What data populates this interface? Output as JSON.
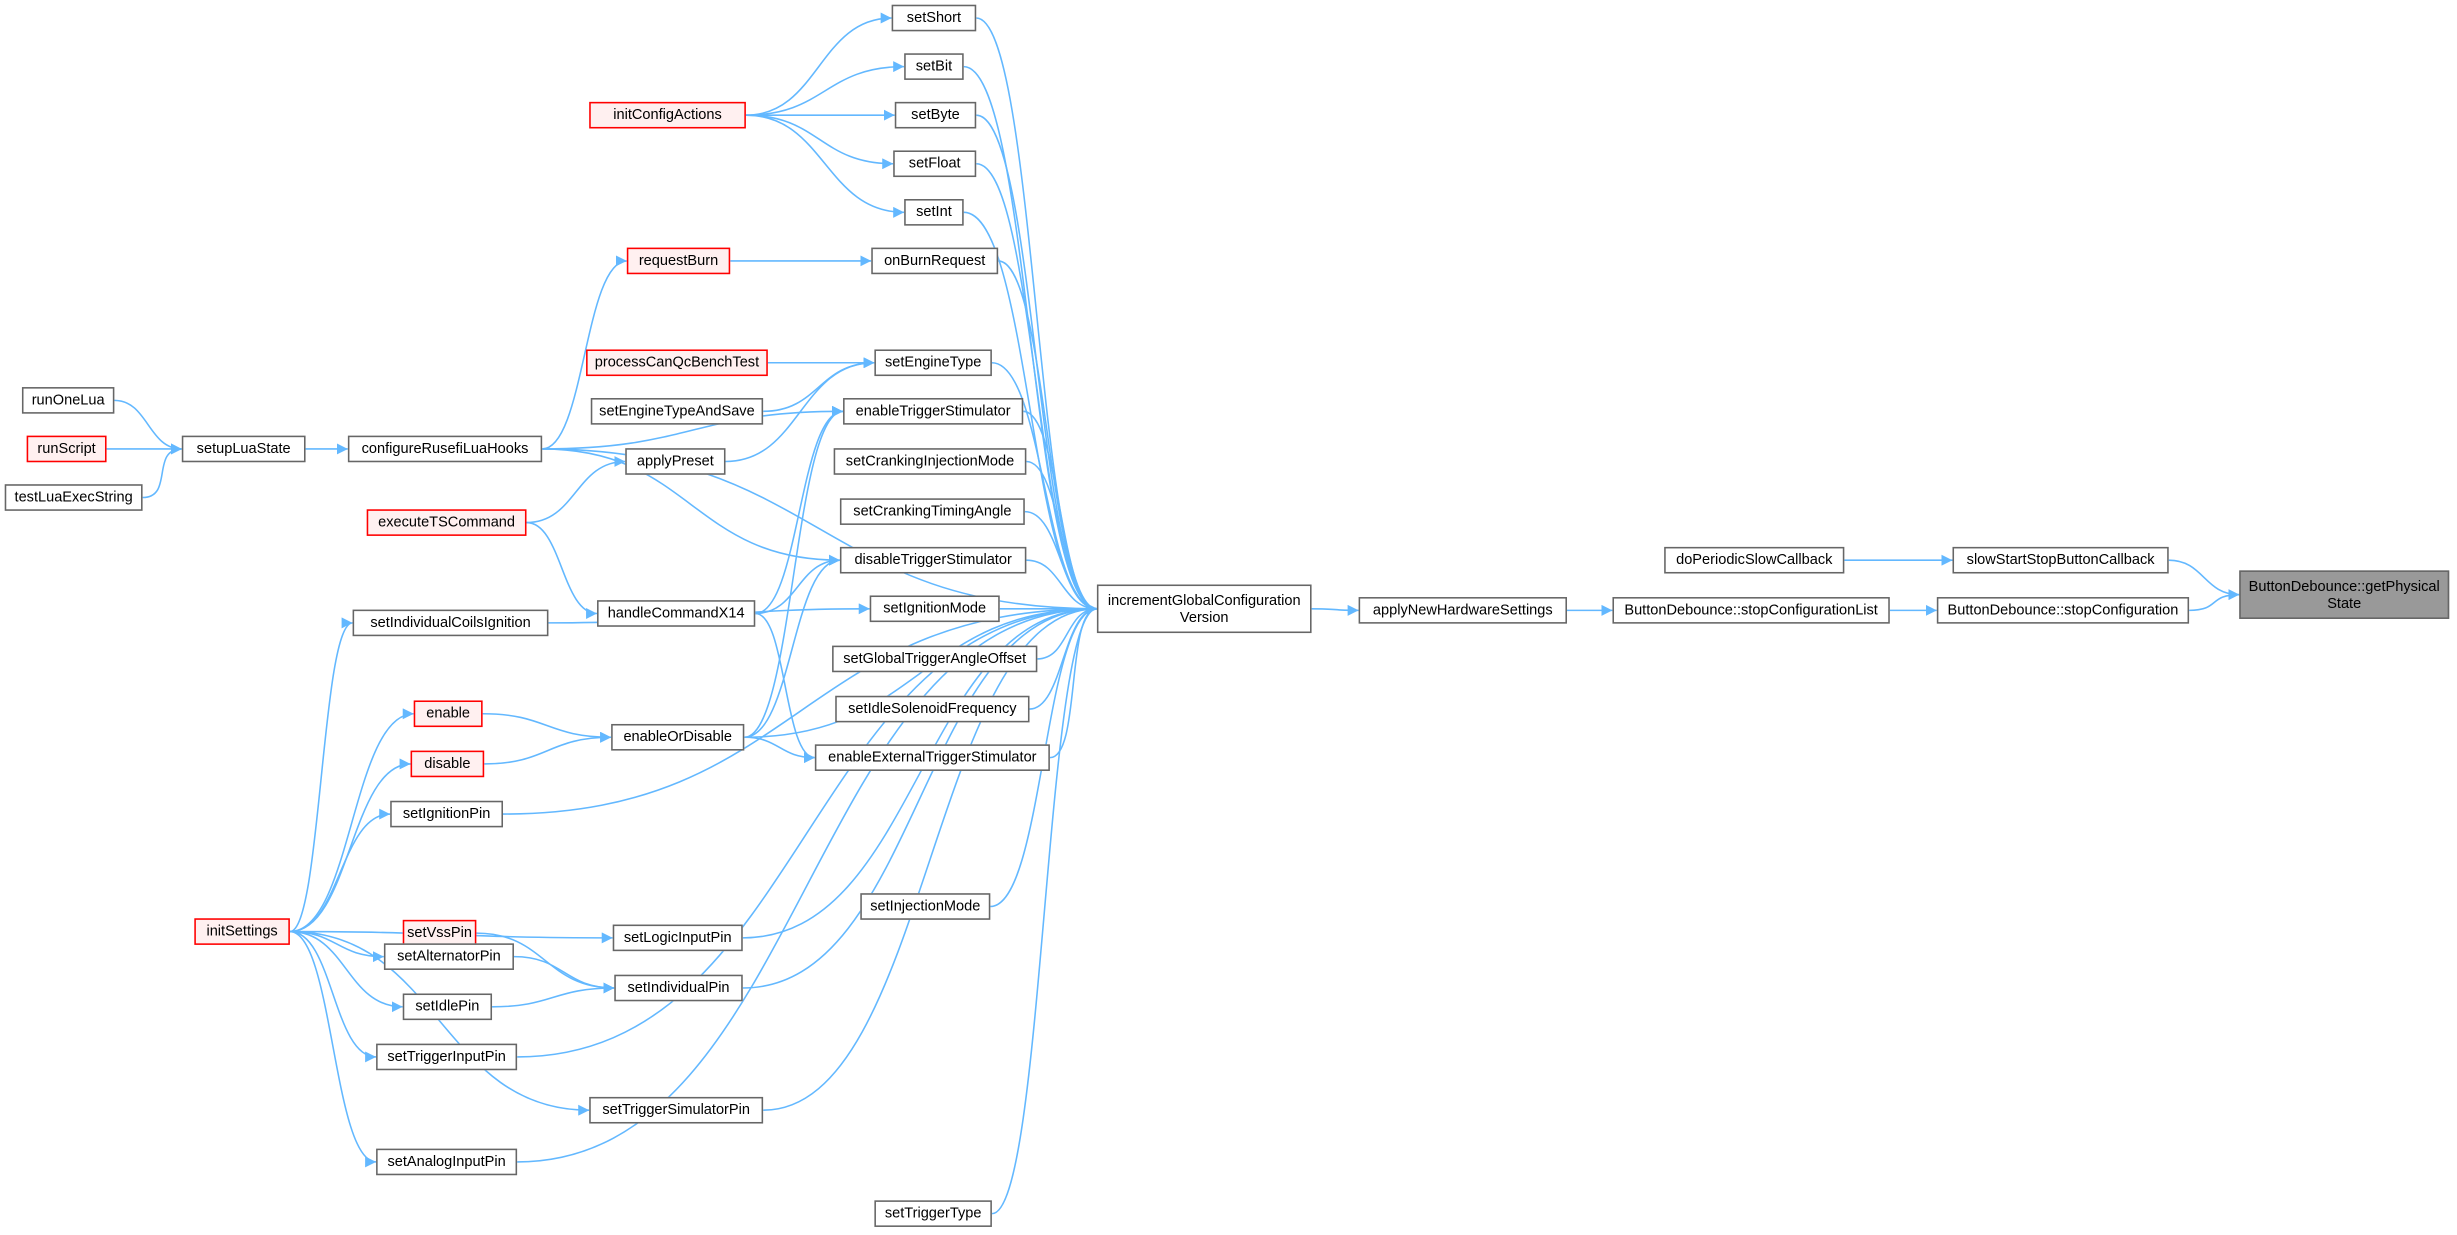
{
  "diagram": {
    "type": "call-graph",
    "colors": {
      "edge": "#63b8ff",
      "node_border": "#666666",
      "highlight_border": "#ff0000",
      "highlight_fill": "#fff0f0",
      "focus_fill": "#999999"
    },
    "nodes": [
      {
        "id": "setShort",
        "label": "setShort",
        "style": "normal"
      },
      {
        "id": "setBit",
        "label": "setBit",
        "style": "normal"
      },
      {
        "id": "setByte",
        "label": "setByte",
        "style": "normal"
      },
      {
        "id": "setFloat",
        "label": "setFloat",
        "style": "normal"
      },
      {
        "id": "setInt",
        "label": "setInt",
        "style": "normal"
      },
      {
        "id": "initConfigActions",
        "label": "initConfigActions",
        "style": "red"
      },
      {
        "id": "onBurnRequest",
        "label": "onBurnRequest",
        "style": "normal"
      },
      {
        "id": "requestBurn",
        "label": "requestBurn",
        "style": "red"
      },
      {
        "id": "processCanQcBenchTest",
        "label": "processCanQcBenchTest",
        "style": "red"
      },
      {
        "id": "setEngineType",
        "label": "setEngineType",
        "style": "normal"
      },
      {
        "id": "setEngineTypeAndSave",
        "label": "setEngineTypeAndSave",
        "style": "normal"
      },
      {
        "id": "enableTriggerStimulator",
        "label": "enableTriggerStimulator",
        "style": "normal"
      },
      {
        "id": "runOneLua",
        "label": "runOneLua",
        "style": "normal"
      },
      {
        "id": "runScript",
        "label": "runScript",
        "style": "red"
      },
      {
        "id": "setupLuaState",
        "label": "setupLuaState",
        "style": "normal"
      },
      {
        "id": "configureRusefiLuaHooks",
        "label": "configureRusefiLuaHooks",
        "style": "normal"
      },
      {
        "id": "testLuaExecString",
        "label": "testLuaExecString",
        "style": "normal"
      },
      {
        "id": "applyPreset",
        "label": "applyPreset",
        "style": "normal"
      },
      {
        "id": "setCrankingInjectionMode",
        "label": "setCrankingInjectionMode",
        "style": "normal"
      },
      {
        "id": "setCrankingTimingAngle",
        "label": "setCrankingTimingAngle",
        "style": "normal"
      },
      {
        "id": "executeTSCommand",
        "label": "executeTSCommand",
        "style": "red"
      },
      {
        "id": "disableTriggerStimulator",
        "label": "disableTriggerStimulator",
        "style": "normal"
      },
      {
        "id": "handleCommandX14",
        "label": "handleCommandX14",
        "style": "normal"
      },
      {
        "id": "incrementGlobalConfigurationVersion",
        "label": "incrementGlobalConfiguration\nVersion",
        "style": "normal"
      },
      {
        "id": "setIgnitionMode",
        "label": "setIgnitionMode",
        "style": "normal"
      },
      {
        "id": "applyNewHardwareSettings",
        "label": "applyNewHardwareSettings",
        "style": "normal"
      },
      {
        "id": "stopConfigurationList",
        "label": "ButtonDebounce::stopConfigurationList",
        "style": "normal"
      },
      {
        "id": "stopConfiguration",
        "label": "ButtonDebounce::stopConfiguration",
        "style": "normal"
      },
      {
        "id": "doPeriodicSlowCallback",
        "label": "doPeriodicSlowCallback",
        "style": "normal"
      },
      {
        "id": "slowStartStopButtonCallback",
        "label": "slowStartStopButtonCallback",
        "style": "normal"
      },
      {
        "id": "getPhysicalState",
        "label": "ButtonDebounce::getPhysical\nState",
        "style": "gray"
      },
      {
        "id": "setIndividualCoilsIgnition",
        "label": "setIndividualCoilsIgnition",
        "style": "normal"
      },
      {
        "id": "setGlobalTriggerAngleOffset",
        "label": "setGlobalTriggerAngleOffset",
        "style": "normal"
      },
      {
        "id": "setIdleSolenoidFrequency",
        "label": "setIdleSolenoidFrequency",
        "style": "normal"
      },
      {
        "id": "enable",
        "label": "enable",
        "style": "red"
      },
      {
        "id": "enableOrDisable",
        "label": "enableOrDisable",
        "style": "normal"
      },
      {
        "id": "disable",
        "label": "disable",
        "style": "red"
      },
      {
        "id": "enableExternalTriggerStimulator",
        "label": "enableExternalTriggerStimulator",
        "style": "normal"
      },
      {
        "id": "setIgnitionPin",
        "label": "setIgnitionPin",
        "style": "normal"
      },
      {
        "id": "initSettings",
        "label": "initSettings",
        "style": "red"
      },
      {
        "id": "setVssPin",
        "label": "setVssPin",
        "style": "red"
      },
      {
        "id": "setLogicInputPin",
        "label": "setLogicInputPin",
        "style": "normal"
      },
      {
        "id": "setInjectionMode",
        "label": "setInjectionMode",
        "style": "normal"
      },
      {
        "id": "setAlternatorPin",
        "label": "setAlternatorPin",
        "style": "normal"
      },
      {
        "id": "setIndividualPin",
        "label": "setIndividualPin",
        "style": "normal"
      },
      {
        "id": "setIdlePin",
        "label": "setIdlePin",
        "style": "normal"
      },
      {
        "id": "setTriggerInputPin",
        "label": "setTriggerInputPin",
        "style": "normal"
      },
      {
        "id": "setTriggerSimulatorPin",
        "label": "setTriggerSimulatorPin",
        "style": "normal"
      },
      {
        "id": "setAnalogInputPin",
        "label": "setAnalogInputPin",
        "style": "normal"
      },
      {
        "id": "setTriggerType",
        "label": "setTriggerType",
        "style": "normal"
      }
    ],
    "edges": [
      [
        "initConfigActions",
        "setShort"
      ],
      [
        "initConfigActions",
        "setBit"
      ],
      [
        "initConfigActions",
        "setByte"
      ],
      [
        "initConfigActions",
        "setFloat"
      ],
      [
        "initConfigActions",
        "setInt"
      ],
      [
        "setShort",
        "incrementGlobalConfigurationVersion"
      ],
      [
        "setBit",
        "incrementGlobalConfigurationVersion"
      ],
      [
        "setByte",
        "incrementGlobalConfigurationVersion"
      ],
      [
        "setFloat",
        "incrementGlobalConfigurationVersion"
      ],
      [
        "setInt",
        "incrementGlobalConfigurationVersion"
      ],
      [
        "onBurnRequest",
        "incrementGlobalConfigurationVersion"
      ],
      [
        "setEngineType",
        "incrementGlobalConfigurationVersion"
      ],
      [
        "enableTriggerStimulator",
        "incrementGlobalConfigurationVersion"
      ],
      [
        "setCrankingInjectionMode",
        "incrementGlobalConfigurationVersion"
      ],
      [
        "setCrankingTimingAngle",
        "incrementGlobalConfigurationVersion"
      ],
      [
        "disableTriggerStimulator",
        "incrementGlobalConfigurationVersion"
      ],
      [
        "setIgnitionMode",
        "incrementGlobalConfigurationVersion"
      ],
      [
        "setGlobalTriggerAngleOffset",
        "incrementGlobalConfigurationVersion"
      ],
      [
        "setIdleSolenoidFrequency",
        "incrementGlobalConfigurationVersion"
      ],
      [
        "enableExternalTriggerStimulator",
        "incrementGlobalConfigurationVersion"
      ],
      [
        "setInjectionMode",
        "incrementGlobalConfigurationVersion"
      ],
      [
        "setTriggerType",
        "incrementGlobalConfigurationVersion"
      ],
      [
        "configureRusefiLuaHooks",
        "incrementGlobalConfigurationVersion"
      ],
      [
        "enableOrDisable",
        "incrementGlobalConfigurationVersion"
      ],
      [
        "setIgnitionPin",
        "incrementGlobalConfigurationVersion"
      ],
      [
        "setLogicInputPin",
        "incrementGlobalConfigurationVersion"
      ],
      [
        "setIndividualPin",
        "incrementGlobalConfigurationVersion"
      ],
      [
        "setTriggerInputPin",
        "incrementGlobalConfigurationVersion"
      ],
      [
        "setTriggerSimulatorPin",
        "incrementGlobalConfigurationVersion"
      ],
      [
        "setAnalogInputPin",
        "incrementGlobalConfigurationVersion"
      ],
      [
        "requestBurn",
        "onBurnRequest"
      ],
      [
        "configureRusefiLuaHooks",
        "requestBurn"
      ],
      [
        "configureRusefiLuaHooks",
        "enableTriggerStimulator"
      ],
      [
        "configureRusefiLuaHooks",
        "disableTriggerStimulator"
      ],
      [
        "processCanQcBenchTest",
        "setEngineType"
      ],
      [
        "setEngineTypeAndSave",
        "setEngineType"
      ],
      [
        "applyPreset",
        "setEngineType"
      ],
      [
        "runOneLua",
        "setupLuaState"
      ],
      [
        "runScript",
        "setupLuaState"
      ],
      [
        "testLuaExecString",
        "setupLuaState"
      ],
      [
        "setupLuaState",
        "configureRusefiLuaHooks"
      ],
      [
        "executeTSCommand",
        "applyPreset"
      ],
      [
        "executeTSCommand",
        "handleCommandX14"
      ],
      [
        "handleCommandX14",
        "enableTriggerStimulator"
      ],
      [
        "handleCommandX14",
        "disableTriggerStimulator"
      ],
      [
        "handleCommandX14",
        "enableExternalTriggerStimulator"
      ],
      [
        "setIndividualCoilsIgnition",
        "setIgnitionMode"
      ],
      [
        "enableOrDisable",
        "enableTriggerStimulator"
      ],
      [
        "enableOrDisable",
        "disableTriggerStimulator"
      ],
      [
        "enableOrDisable",
        "enableExternalTriggerStimulator"
      ],
      [
        "enable",
        "enableOrDisable"
      ],
      [
        "disable",
        "enableOrDisable"
      ],
      [
        "initSettings",
        "setIndividualCoilsIgnition"
      ],
      [
        "initSettings",
        "enable"
      ],
      [
        "initSettings",
        "disable"
      ],
      [
        "initSettings",
        "setIgnitionPin"
      ],
      [
        "initSettings",
        "setLogicInputPin"
      ],
      [
        "initSettings",
        "setAlternatorPin"
      ],
      [
        "initSettings",
        "setIdlePin"
      ],
      [
        "initSettings",
        "setTriggerInputPin"
      ],
      [
        "initSettings",
        "setTriggerSimulatorPin"
      ],
      [
        "initSettings",
        "setAnalogInputPin"
      ],
      [
        "setVssPin",
        "setIndividualPin"
      ],
      [
        "setAlternatorPin",
        "setIndividualPin"
      ],
      [
        "setIdlePin",
        "setIndividualPin"
      ],
      [
        "incrementGlobalConfigurationVersion",
        "applyNewHardwareSettings"
      ],
      [
        "applyNewHardwareSettings",
        "stopConfigurationList"
      ],
      [
        "stopConfigurationList",
        "stopConfiguration"
      ],
      [
        "stopConfiguration",
        "getPhysicalState"
      ],
      [
        "doPeriodicSlowCallback",
        "slowStartStopButtonCallback"
      ],
      [
        "slowStartStopButtonCallback",
        "getPhysicalState"
      ]
    ]
  }
}
